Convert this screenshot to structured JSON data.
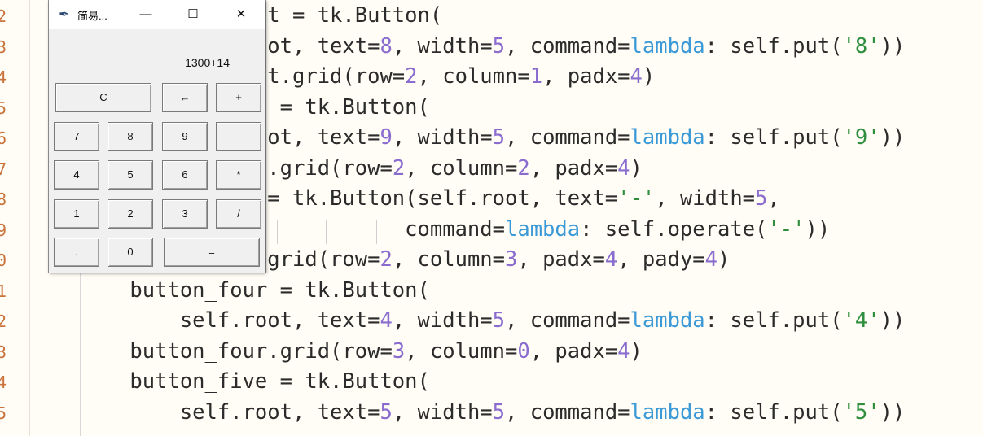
{
  "editor": {
    "line_numbers": [
      "2",
      "3",
      "4",
      "5",
      "6",
      "7",
      "8",
      "9",
      "0",
      "1",
      "2",
      "3",
      "4",
      "5"
    ],
    "lines": [
      [
        {
          "t": "    button_eight = tk.Button("
        }
      ],
      [
        {
          "t": "        self.root, text="
        },
        {
          "t": "8",
          "c": "num"
        },
        {
          "t": ", width="
        },
        {
          "t": "5",
          "c": "num"
        },
        {
          "t": ", command="
        },
        {
          "t": "lambda",
          "c": "kw"
        },
        {
          "t": ": self.put("
        },
        {
          "t": "'8'",
          "c": "str"
        },
        {
          "t": "))"
        }
      ],
      [
        {
          "t": "    button_eight.grid(row="
        },
        {
          "t": "2",
          "c": "num"
        },
        {
          "t": ", column="
        },
        {
          "t": "1",
          "c": "num"
        },
        {
          "t": ", padx="
        },
        {
          "t": "4",
          "c": "num"
        },
        {
          "t": ")"
        }
      ],
      [
        {
          "t": "    button_nine = tk.Button("
        }
      ],
      [
        {
          "t": "        self.root, text="
        },
        {
          "t": "9",
          "c": "num"
        },
        {
          "t": ", width="
        },
        {
          "t": "5",
          "c": "num"
        },
        {
          "t": ", command="
        },
        {
          "t": "lambda",
          "c": "kw"
        },
        {
          "t": ": self.put("
        },
        {
          "t": "'9'",
          "c": "str"
        },
        {
          "t": "))"
        }
      ],
      [
        {
          "t": "    button_nine.grid(row="
        },
        {
          "t": "2",
          "c": "num"
        },
        {
          "t": ", column="
        },
        {
          "t": "2",
          "c": "num"
        },
        {
          "t": ", padx="
        },
        {
          "t": "4",
          "c": "num"
        },
        {
          "t": ")"
        }
      ],
      [
        {
          "t": "    button_sub = tk.Button(self.root, text="
        },
        {
          "t": "'-'",
          "c": "str"
        },
        {
          "t": ", width="
        },
        {
          "t": "5",
          "c": "num"
        },
        {
          "t": ","
        }
      ],
      [
        {
          "t": "                          command="
        },
        {
          "t": "lambda",
          "c": "kw"
        },
        {
          "t": ": self.operate("
        },
        {
          "t": "'-'",
          "c": "str"
        },
        {
          "t": "))"
        }
      ],
      [
        {
          "t": "    button_sub.grid(row="
        },
        {
          "t": "2",
          "c": "num"
        },
        {
          "t": ", column="
        },
        {
          "t": "3",
          "c": "num"
        },
        {
          "t": ", padx="
        },
        {
          "t": "4",
          "c": "num"
        },
        {
          "t": ", pady="
        },
        {
          "t": "4",
          "c": "num"
        },
        {
          "t": ")"
        }
      ],
      [
        {
          "t": "    button_four = tk.Button("
        }
      ],
      [
        {
          "t": "        self.root, text="
        },
        {
          "t": "4",
          "c": "num"
        },
        {
          "t": ", width="
        },
        {
          "t": "5",
          "c": "num"
        },
        {
          "t": ", command="
        },
        {
          "t": "lambda",
          "c": "kw"
        },
        {
          "t": ": self.put("
        },
        {
          "t": "'4'",
          "c": "str"
        },
        {
          "t": "))"
        }
      ],
      [
        {
          "t": "    button_four.grid(row="
        },
        {
          "t": "3",
          "c": "num"
        },
        {
          "t": ", column="
        },
        {
          "t": "0",
          "c": "num"
        },
        {
          "t": ", padx="
        },
        {
          "t": "4",
          "c": "num"
        },
        {
          "t": ")"
        }
      ],
      [
        {
          "t": "    button_five = tk.Button("
        }
      ],
      [
        {
          "t": "        self.root, text="
        },
        {
          "t": "5",
          "c": "num"
        },
        {
          "t": ", width="
        },
        {
          "t": "5",
          "c": "num"
        },
        {
          "t": ", command="
        },
        {
          "t": "lambda",
          "c": "kw"
        },
        {
          "t": ": self.put("
        },
        {
          "t": "'5'",
          "c": "str"
        },
        {
          "t": "))"
        }
      ]
    ]
  },
  "window": {
    "title": "简易...",
    "icon": "feather-icon",
    "minimize": "—",
    "maximize": "☐",
    "close": "✕",
    "display": "1300+14"
  },
  "keypad": {
    "clear": "C",
    "back": "←",
    "plus": "+",
    "seven": "7",
    "eight": "8",
    "nine": "9",
    "minus": "-",
    "four": "4",
    "five": "5",
    "six": "6",
    "times": "*",
    "one": "1",
    "two": "2",
    "three": "3",
    "divide": "/",
    "dot": ".",
    "zero": "0",
    "equals": "="
  },
  "colors": {
    "background": "#fffdf5",
    "line_number": "#c9733a",
    "number": "#8a6ccf",
    "keyword": "#3a99d6",
    "string": "#2f8f3f"
  }
}
